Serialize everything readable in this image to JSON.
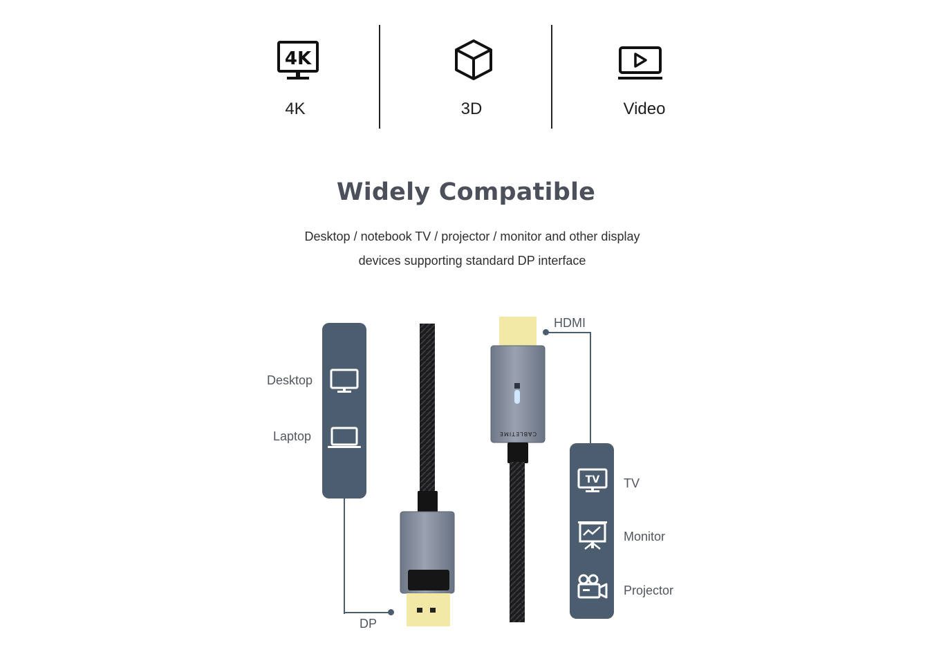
{
  "features": [
    {
      "label": "4K",
      "icon": "4k-monitor-icon",
      "glyph": "4K"
    },
    {
      "label": "3D",
      "icon": "cube-icon"
    },
    {
      "label": "Video",
      "icon": "video-play-icon"
    }
  ],
  "section": {
    "title": "Widely Compatible",
    "desc_line1": "Desktop / notebook TV / projector / monitor and other display",
    "desc_line2": "devices supporting standard DP interface"
  },
  "left_devices": {
    "desktop": "Desktop",
    "laptop": "Laptop",
    "connector": "DP"
  },
  "right_devices": {
    "connector": "HDMI",
    "tv": "TV",
    "tv_glyph": "TV",
    "monitor": "Monitor",
    "projector": "Projector"
  },
  "brand": "CABLETIME",
  "colors": {
    "panel": "#4b5d6e",
    "title": "#4b505a",
    "connector_gold": "#f3e9a6",
    "housing": "#8a93a3"
  }
}
